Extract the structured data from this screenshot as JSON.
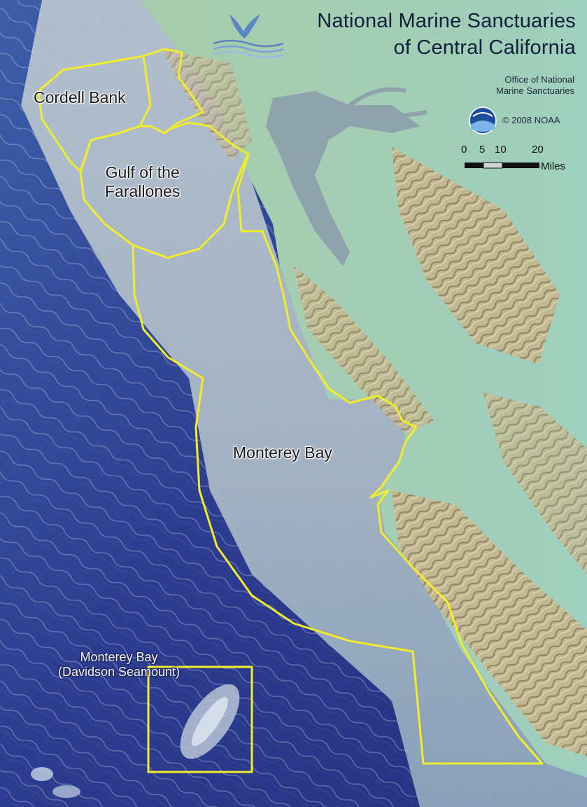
{
  "map": {
    "title_line1": "National Marine Sanctuaries",
    "title_line2": "of Central California",
    "office_line1": "Office of National",
    "office_line2": "Marine Sanctuaries",
    "copyright": "© 2008 NOAA",
    "scale": {
      "ticks": [
        "0",
        "5",
        "10",
        "20"
      ],
      "unit": "Miles"
    },
    "regions": {
      "cordell_bank": "Cordell Bank",
      "gulf_line1": "Gulf of the",
      "gulf_line2": "Farallones",
      "monterey_bay": "Monterey Bay",
      "davidson_line1": "Monterey Bay",
      "davidson_line2": "(Davidson Seamount)"
    },
    "colors": {
      "boundary": "#f2ec2a",
      "deep_ocean": "#2b3a8a",
      "shelf": "#aab8c6",
      "land": "#9fc7a8",
      "bay": "#8fa3ad"
    },
    "logo": "noaa-logo",
    "emblem": "sanctuary-whale-tail-emblem"
  }
}
